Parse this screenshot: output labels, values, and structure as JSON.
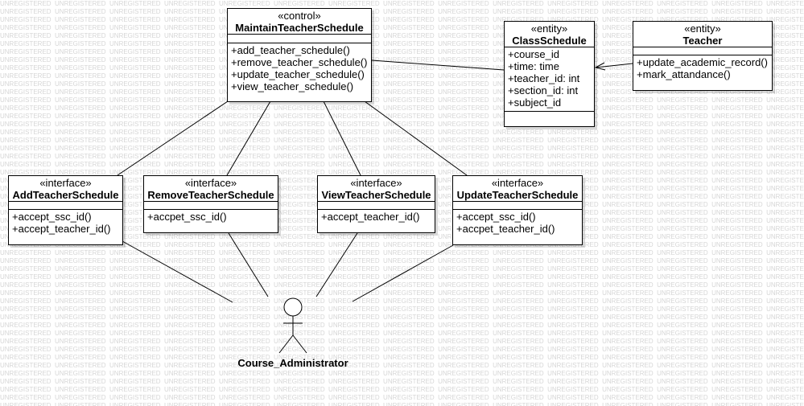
{
  "watermark": "UNREGISTERED",
  "colors": {
    "line": "#000000",
    "box_fill": "#ffffff",
    "watermark": "#d6d6d6"
  },
  "control": {
    "stereotype": "«control»",
    "name": "MaintainTeacherSchedule",
    "operations": [
      "+add_teacher_schedule()",
      "+remove_teacher_schedule()",
      "+update_teacher_schedule()",
      "+view_teacher_schedule()"
    ]
  },
  "class_schedule": {
    "stereotype": "«entity»",
    "name": "ClassSchedule",
    "attributes": [
      "+course_id",
      "+time: time",
      "+teacher_id: int",
      "+section_id: int",
      "+subject_id"
    ]
  },
  "teacher": {
    "stereotype": "«entity»",
    "name": "Teacher",
    "operations": [
      "+update_academic_record()",
      "+mark_attandance()"
    ]
  },
  "add_ui": {
    "stereotype": "«interface»",
    "name": "AddTeacherSchedule",
    "operations": [
      "+accept_ssc_id()",
      "+accept_teacher_id()"
    ]
  },
  "remove_ui": {
    "stereotype": "«interface»",
    "name": "RemoveTeacherSchedule",
    "operations": [
      "+accpet_ssc_id()"
    ]
  },
  "view_ui": {
    "stereotype": "«interface»",
    "name": "ViewTeacherSchedule",
    "operations": [
      "+accept_teacher_id()"
    ]
  },
  "update_ui": {
    "stereotype": "«interface»",
    "name": "UpdateTeacherSchedule",
    "operations": [
      "+accept_ssc_id()",
      "+accpet_teacher_id()"
    ]
  },
  "actor": {
    "name": "Course_Administrator"
  }
}
